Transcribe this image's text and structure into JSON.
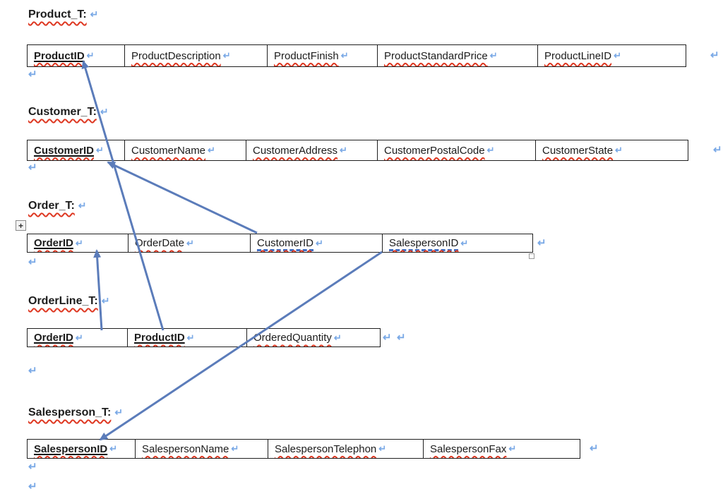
{
  "document": {
    "marks": {
      "paragraph": "↵",
      "cell_end": "↵",
      "row_end": "↵",
      "move_handle_glyph": "+"
    },
    "colors": {
      "arrow": "#5b7cba",
      "format_mark": "#7aa9e6",
      "spellcheck_wavy": "#de3822",
      "foreign_key_dash": "#3d6bbf",
      "table_border": "#1f1f1f",
      "text": "#1c1c1c"
    }
  },
  "tables": [
    {
      "id": "product",
      "heading": "Product_T:",
      "columns": [
        {
          "label": "ProductID",
          "primary_key": true
        },
        {
          "label": "ProductDescription"
        },
        {
          "label": "ProductFinish"
        },
        {
          "label": "ProductStandardPrice"
        },
        {
          "label": "ProductLineID"
        }
      ]
    },
    {
      "id": "customer",
      "heading": "Customer_T:",
      "columns": [
        {
          "label": "CustomerID",
          "primary_key": true
        },
        {
          "label": "CustomerName"
        },
        {
          "label": "CustomerAddress"
        },
        {
          "label": "CustomerPostalCode"
        },
        {
          "label": "CustomerState"
        }
      ]
    },
    {
      "id": "order",
      "heading": "Order_T:",
      "columns": [
        {
          "label": "OrderID",
          "primary_key": true
        },
        {
          "label": "OrderDate"
        },
        {
          "label": "CustomerID",
          "foreign_key_dash": true
        },
        {
          "label": "SalespersonID",
          "foreign_key_dash": true
        }
      ]
    },
    {
      "id": "orderline",
      "heading": "OrderLine_T:",
      "columns": [
        {
          "label": "OrderID",
          "primary_key": true
        },
        {
          "label": "ProductID",
          "primary_key": true
        },
        {
          "label": "OrderedQuantity"
        }
      ]
    },
    {
      "id": "salesperson",
      "heading": "Salesperson_T:",
      "columns": [
        {
          "label": "SalespersonID",
          "primary_key": true
        },
        {
          "label": "SalespersonName"
        },
        {
          "label": "SalespersonTelephon"
        },
        {
          "label": "SalespersonFax"
        }
      ]
    }
  ],
  "relationships": [
    {
      "from": "OrderLine_T.ProductID",
      "to": "Product_T.ProductID"
    },
    {
      "from": "Order_T.CustomerID",
      "to": "Customer_T.CustomerID"
    },
    {
      "from": "OrderLine_T.OrderID",
      "to": "Order_T.OrderID"
    },
    {
      "from": "Order_T.SalespersonID",
      "to": "Salesperson_T.SalespersonID"
    }
  ]
}
